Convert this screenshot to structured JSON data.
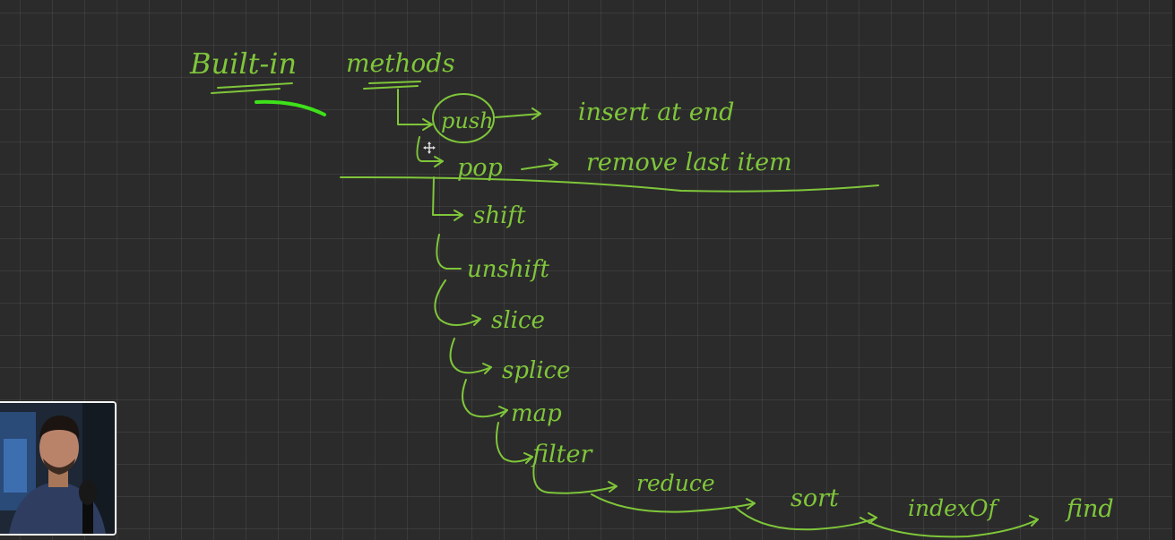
{
  "board": {
    "title_part1": "Built-in",
    "title_part2": "methods",
    "methods": [
      {
        "name": "push",
        "desc": "insert at end"
      },
      {
        "name": "pop",
        "desc": "remove last item"
      },
      {
        "name": "shift"
      },
      {
        "name": "unshift"
      },
      {
        "name": "slice"
      },
      {
        "name": "splice"
      },
      {
        "name": "map"
      },
      {
        "name": "filter"
      },
      {
        "name": "reduce"
      },
      {
        "name": "sort"
      },
      {
        "name": "indexOf"
      },
      {
        "name": "find"
      }
    ]
  },
  "colors": {
    "background": "#2b2b2b",
    "ink": "#7fc63a",
    "highlighter": "#3ee11a",
    "webcam_border": "#f4f4f4"
  },
  "icons": {
    "cursor": "move-cursor-icon",
    "webcam": "presenter-webcam"
  }
}
